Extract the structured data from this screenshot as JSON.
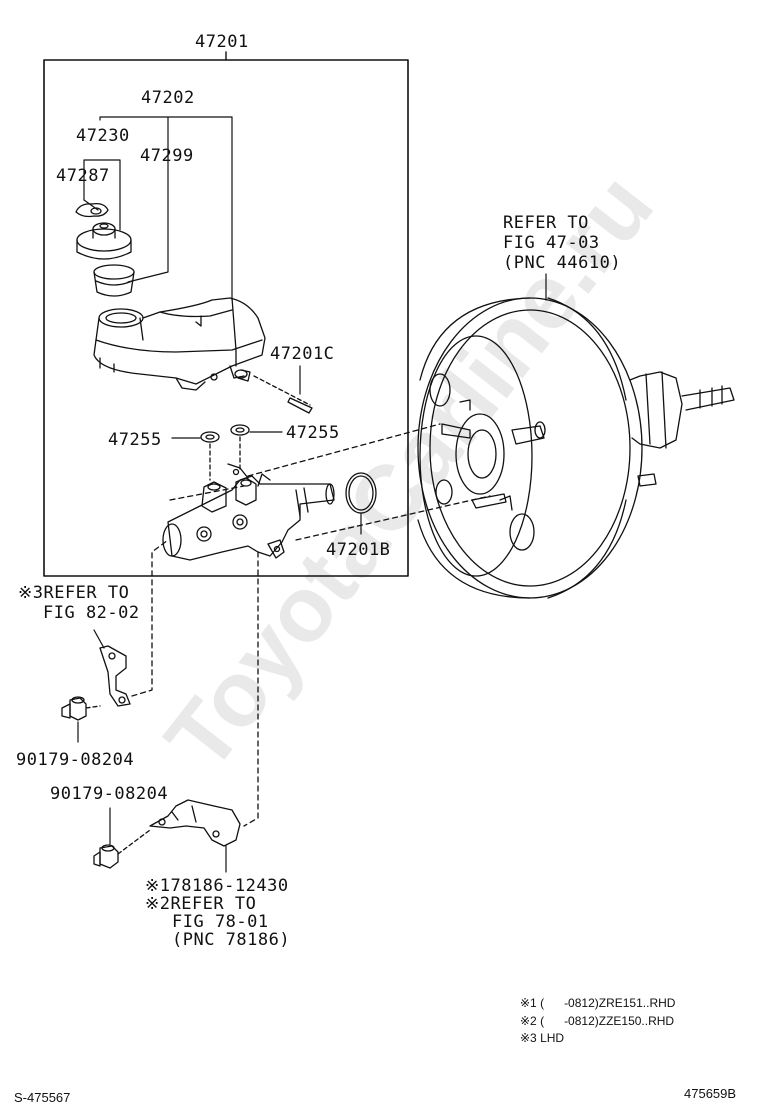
{
  "watermark": "ToyotaCarline.ru",
  "parts": {
    "p47201": "47201",
    "p47202": "47202",
    "p47230": "47230",
    "p47299": "47299",
    "p47287": "47287",
    "p47201C": "47201C",
    "p47255_left": "47255",
    "p47255_right": "47255",
    "p47201B": "47201B",
    "p90179_a": "90179-08204",
    "p90179_b": "90179-08204"
  },
  "refs": {
    "booster_line1": "REFER TO",
    "booster_line2": "FIG 47-03",
    "booster_line3": "(PNC 44610)",
    "bracket3_line1": "※3REFER TO",
    "bracket3_line2": "FIG 82-02",
    "bracket2_part": "※178186-12430",
    "bracket2_line1": "※2REFER TO",
    "bracket2_line2": "FIG 78-01",
    "bracket2_line3": "(PNC 78186)"
  },
  "notes": {
    "n1": "※1 (      -0812)ZRE151..RHD",
    "n2": "※2 (      -0812)ZZE150..RHD",
    "n3": "※3 LHD"
  },
  "footer": {
    "left": "S-475567",
    "right": "475659B"
  }
}
